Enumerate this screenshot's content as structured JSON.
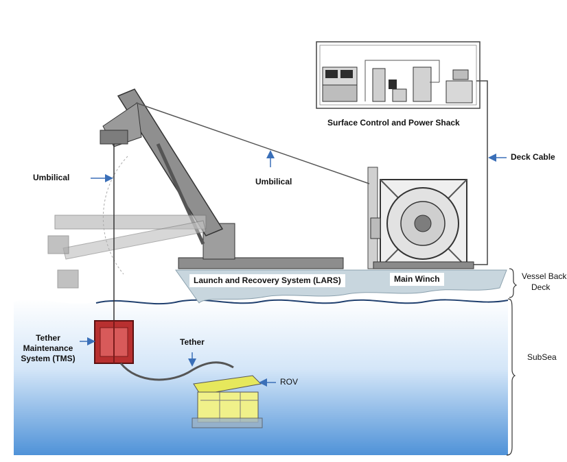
{
  "colors": {
    "deck": "#c8d6de",
    "sea_top": "#ffffff",
    "sea_bottom": "#4f92d8",
    "arrow": "#3a6fb8",
    "machinery": "#7d7d7d",
    "tms": "#b83030",
    "rov": "#e6e85c"
  },
  "labels": {
    "surface_control": "Surface Control and Power Shack",
    "deck_cable": "Deck Cable",
    "umbilical_left": "Umbilical",
    "umbilical_center": "Umbilical",
    "lars": "Launch and Recovery System (LARS)",
    "main_winch": "Main Winch",
    "vessel_back_deck_line1": "Vessel Back",
    "vessel_back_deck_line2": "Deck",
    "tms_line1": "Tether",
    "tms_line2": "Maintenance",
    "tms_line3": "System (TMS)",
    "tether": "Tether",
    "rov": "ROV",
    "subsea": "SubSea"
  },
  "icons": [
    "control-shack-icon",
    "lars-crane-icon",
    "winch-drum-icon",
    "tms-cage-icon",
    "rov-vehicle-icon"
  ]
}
